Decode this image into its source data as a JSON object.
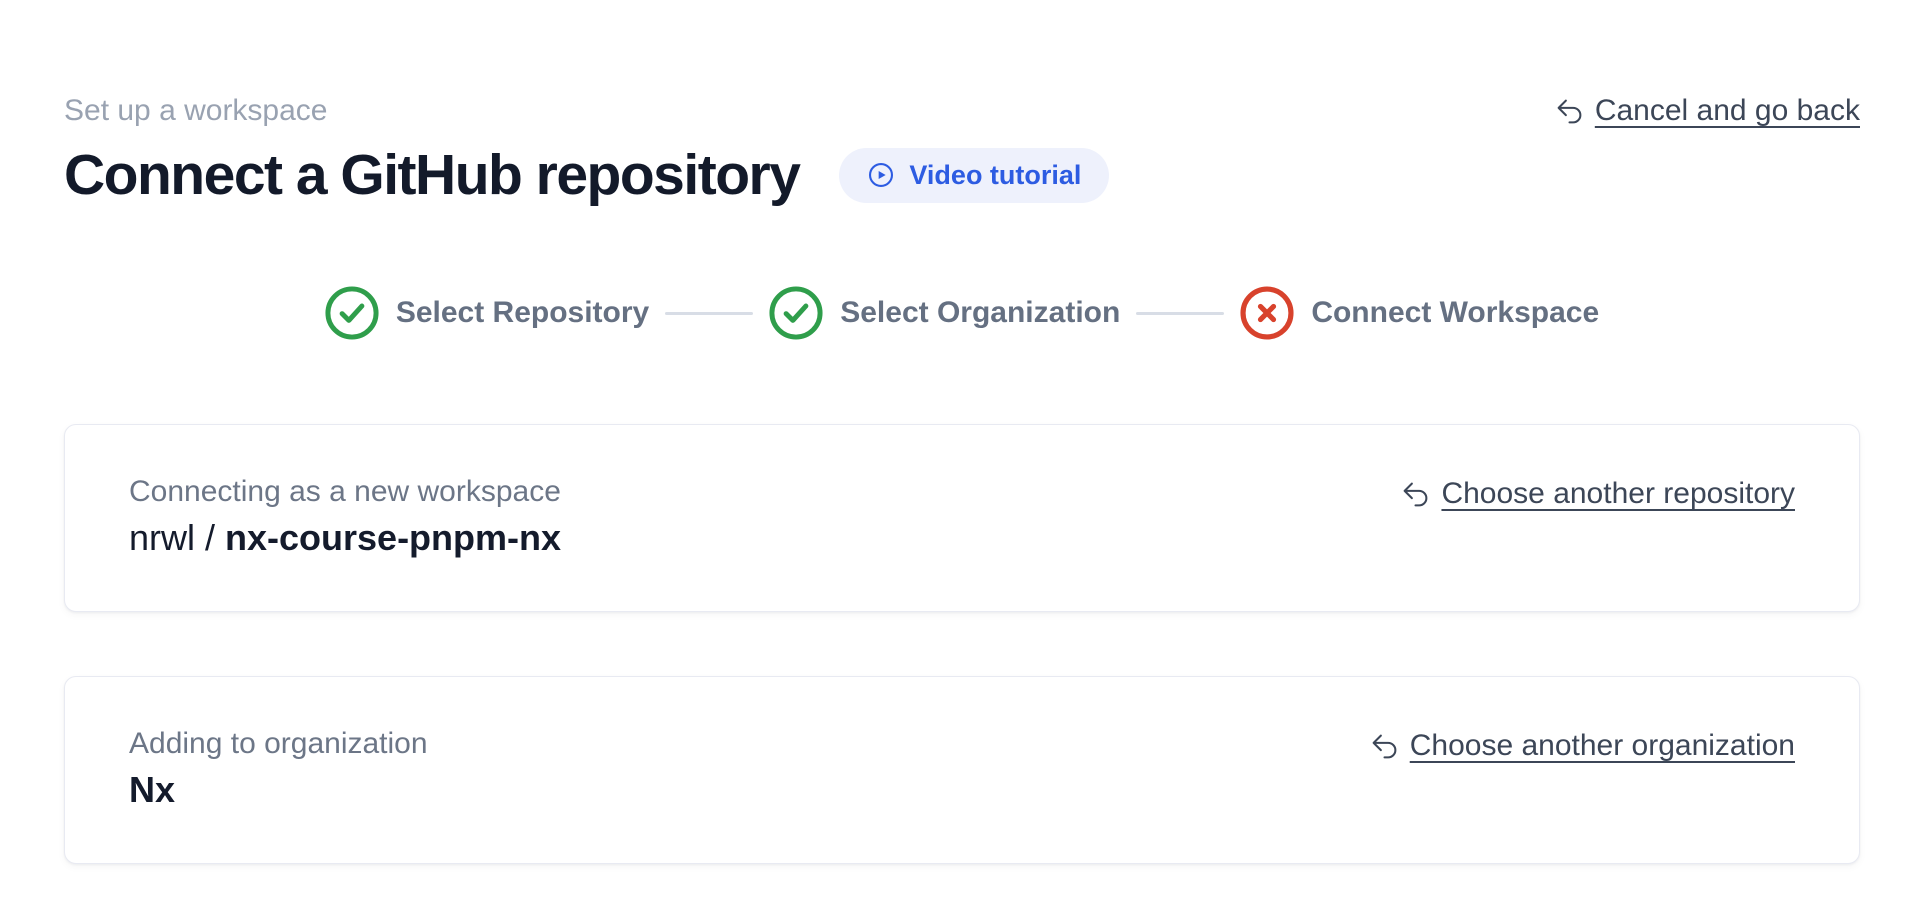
{
  "page": {
    "prelude": "Set up a workspace",
    "title": "Connect a GitHub repository",
    "video_tutorial_label": "Video tutorial",
    "cancel_link_label": "Cancel and go back"
  },
  "stepper": {
    "steps": [
      {
        "label": "Select Repository",
        "status": "complete",
        "icon": "check-circle-icon"
      },
      {
        "label": "Select Organization",
        "status": "complete",
        "icon": "check-circle-icon"
      },
      {
        "label": "Connect Workspace",
        "status": "error",
        "icon": "x-circle-icon"
      }
    ]
  },
  "repository_card": {
    "label": "Connecting as a new workspace",
    "owner": "nrwl /",
    "repo": "nx-course-pnpm-nx",
    "action_link_label": "Choose another repository"
  },
  "organization_card": {
    "label": "Adding to organization",
    "name": "Nx",
    "action_link_label": "Choose another organization"
  },
  "colors": {
    "accent_blue": "#2d5ce2",
    "pill_background": "#eef1fc",
    "step_complete_green": "#2f9e4b",
    "step_error_red": "#d8422c",
    "connector_gray": "#d8dde6",
    "heading_dark": "#131a2a",
    "muted_gray": "#99a2b1",
    "link_slate": "#3c4657"
  }
}
